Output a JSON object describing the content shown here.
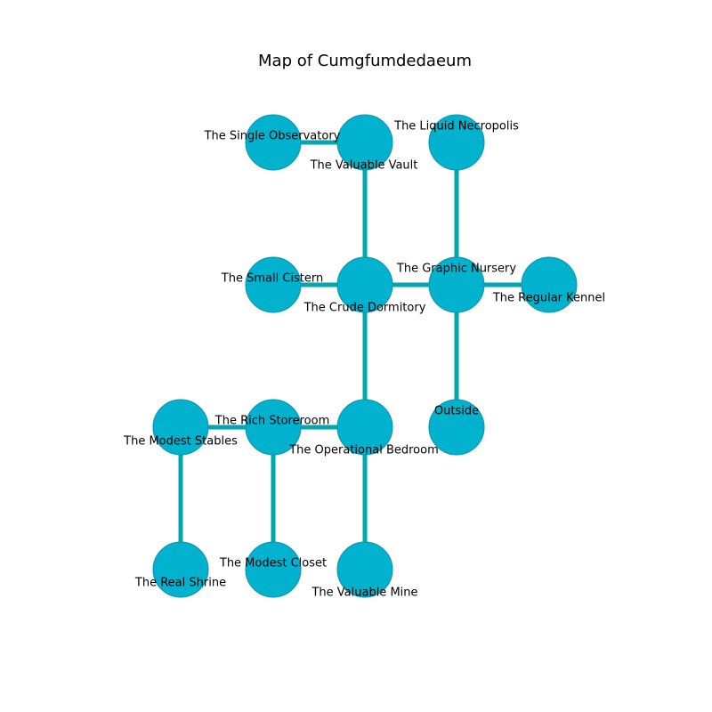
{
  "title": "Map of Cumgfumdedaeum",
  "colors": {
    "background": "#ffffff",
    "node_fill": "#00b2ce",
    "node_stroke": "#0e93a6",
    "edge": "#00a8ad",
    "text": "#000000"
  },
  "rooms": [
    {
      "id": "single-observatory",
      "label": "The Single Observatory"
    },
    {
      "id": "valuable-vault",
      "label": "The Valuable Vault"
    },
    {
      "id": "liquid-necropolis",
      "label": "The Liquid Necropolis"
    },
    {
      "id": "small-cistern",
      "label": "The Small Cistern"
    },
    {
      "id": "crude-dormitory",
      "label": "The Crude Dormitory"
    },
    {
      "id": "graphic-nursery",
      "label": "The Graphic Nursery"
    },
    {
      "id": "regular-kennel",
      "label": "The Regular Kennel"
    },
    {
      "id": "modest-stables",
      "label": "The Modest Stables"
    },
    {
      "id": "rich-storeroom",
      "label": "The Rich Storeroom"
    },
    {
      "id": "operational-bedroom",
      "label": "The Operational Bedroom"
    },
    {
      "id": "outside",
      "label": "Outside"
    },
    {
      "id": "real-shrine",
      "label": "The Real Shrine"
    },
    {
      "id": "modest-closet",
      "label": "The Modest Closet"
    },
    {
      "id": "valuable-mine",
      "label": "The Valuable Mine"
    }
  ],
  "connections": [
    [
      "single-observatory",
      "valuable-vault"
    ],
    [
      "valuable-vault",
      "crude-dormitory"
    ],
    [
      "liquid-necropolis",
      "graphic-nursery"
    ],
    [
      "small-cistern",
      "crude-dormitory"
    ],
    [
      "crude-dormitory",
      "graphic-nursery"
    ],
    [
      "graphic-nursery",
      "regular-kennel"
    ],
    [
      "graphic-nursery",
      "outside"
    ],
    [
      "crude-dormitory",
      "operational-bedroom"
    ],
    [
      "modest-stables",
      "rich-storeroom"
    ],
    [
      "rich-storeroom",
      "operational-bedroom"
    ],
    [
      "modest-stables",
      "real-shrine"
    ],
    [
      "rich-storeroom",
      "modest-closet"
    ],
    [
      "operational-bedroom",
      "valuable-mine"
    ]
  ]
}
